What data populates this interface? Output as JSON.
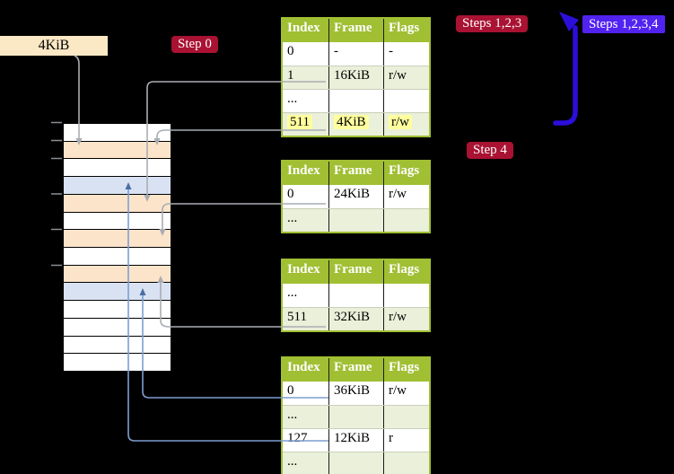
{
  "page_size_box": {
    "label": "4KiB"
  },
  "badges": {
    "step0": "Step 0",
    "steps123": "Steps 1,2,3",
    "steps1234": "Steps 1,2,3,4",
    "step4": "Step 4"
  },
  "memory": {
    "rows": [
      "white",
      "peach",
      "white",
      "blue",
      "peach",
      "white",
      "peach",
      "white",
      "peach",
      "blue",
      "white",
      "white",
      "white",
      "white"
    ]
  },
  "tables": [
    {
      "name": "page-table-top",
      "headers": [
        "Index",
        "Frame",
        "Flags"
      ],
      "rows": [
        {
          "cells": [
            "0",
            "-",
            "-"
          ]
        },
        {
          "cells": [
            "1",
            "16KiB",
            "r/w"
          ]
        },
        {
          "cells": [
            "...",
            "",
            ""
          ]
        },
        {
          "cells": [
            "511",
            "4KiB",
            "r/w"
          ],
          "highlight": true
        }
      ]
    },
    {
      "name": "page-table-second",
      "headers": [
        "Index",
        "Frame",
        "Flags"
      ],
      "rows": [
        {
          "cells": [
            "0",
            "24KiB",
            "r/w"
          ]
        },
        {
          "cells": [
            "...",
            "",
            ""
          ]
        }
      ]
    },
    {
      "name": "page-table-third",
      "headers": [
        "Index",
        "Frame",
        "Flags"
      ],
      "rows": [
        {
          "cells": [
            "...",
            "",
            ""
          ]
        },
        {
          "cells": [
            "511",
            "32KiB",
            "r/w"
          ]
        }
      ]
    },
    {
      "name": "page-table-fourth",
      "headers": [
        "Index",
        "Frame",
        "Flags"
      ],
      "rows": [
        {
          "cells": [
            "0",
            "36KiB",
            "r/w"
          ]
        },
        {
          "cells": [
            "...",
            "",
            ""
          ]
        },
        {
          "cells": [
            "127",
            "12KiB",
            "r"
          ]
        },
        {
          "cells": [
            "...",
            "",
            ""
          ]
        }
      ]
    }
  ],
  "colors": {
    "header-green": "#a0bf33",
    "row-green": "#eaf0d9",
    "peach": "#fce4ca",
    "blue-row": "#d9e2f3",
    "box-beige": "#fbe8c4",
    "crimson": "#a91232",
    "blue-badge": "#5222f1",
    "arrow-blue": "#2c0edb",
    "hl-yellow": "#ffff9e",
    "gray-arrow": "#a9adb2",
    "steel-shaft": "#7d9ed1",
    "steel-head": "#4a6da4"
  }
}
